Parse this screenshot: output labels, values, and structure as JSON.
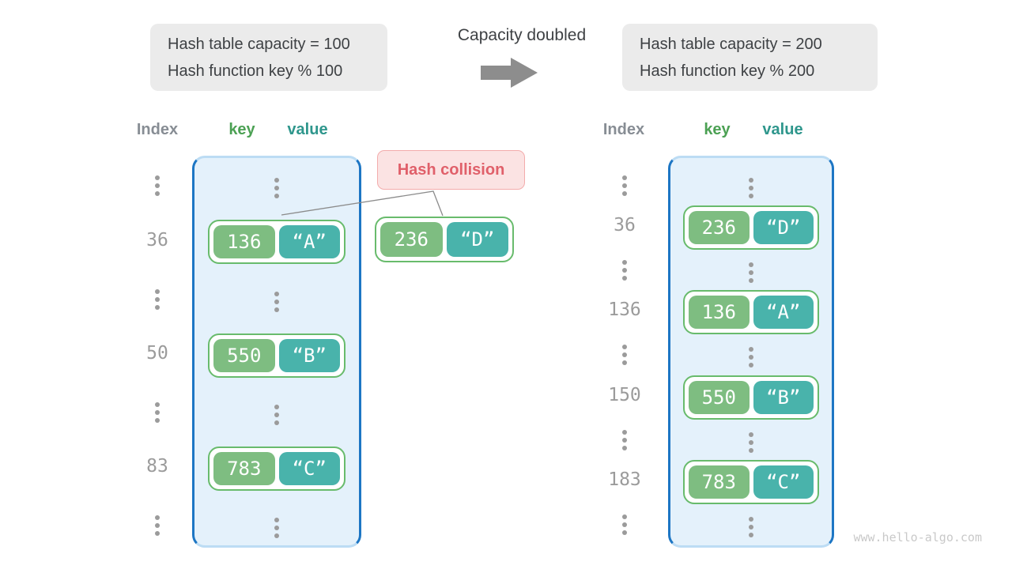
{
  "header": {
    "left_box": {
      "line1": "Hash table capacity = 100",
      "line2": "Hash function key % 100"
    },
    "transition": {
      "label": "Capacity doubled",
      "arrow_icon": "right-block-arrow"
    },
    "right_box": {
      "line1": "Hash table capacity = 200",
      "line2": "Hash function key % 200"
    }
  },
  "columns": {
    "index": "Index",
    "key": "key",
    "value": "value"
  },
  "collision": {
    "label": "Hash collision",
    "pair": {
      "key": "236",
      "value": "“D”"
    }
  },
  "left_table": {
    "entries": [
      {
        "index": "36",
        "key": "136",
        "value": "“A”"
      },
      {
        "index": "50",
        "key": "550",
        "value": "“B”"
      },
      {
        "index": "83",
        "key": "783",
        "value": "“C”"
      }
    ]
  },
  "right_table": {
    "entries": [
      {
        "index": "36",
        "key": "236",
        "value": "“D”"
      },
      {
        "index": "136",
        "key": "136",
        "value": "“A”"
      },
      {
        "index": "150",
        "key": "550",
        "value": "“B”"
      },
      {
        "index": "183",
        "key": "783",
        "value": "“C”"
      }
    ]
  },
  "watermark": "www.hello-algo.com",
  "colors": {
    "key_green": "#7ebd81",
    "value_teal": "#49b3ab",
    "pair_border": "#68bb6c",
    "container_fill": "#e4f1fb",
    "container_border": "#1d76c4",
    "collision_bg": "#fbe3e3",
    "collision_text": "#e0606a",
    "info_box_bg": "#ebebeb",
    "index_gray": "#9b9b9b",
    "key_header_green": "#4ca154",
    "value_header_teal": "#2e968c"
  }
}
